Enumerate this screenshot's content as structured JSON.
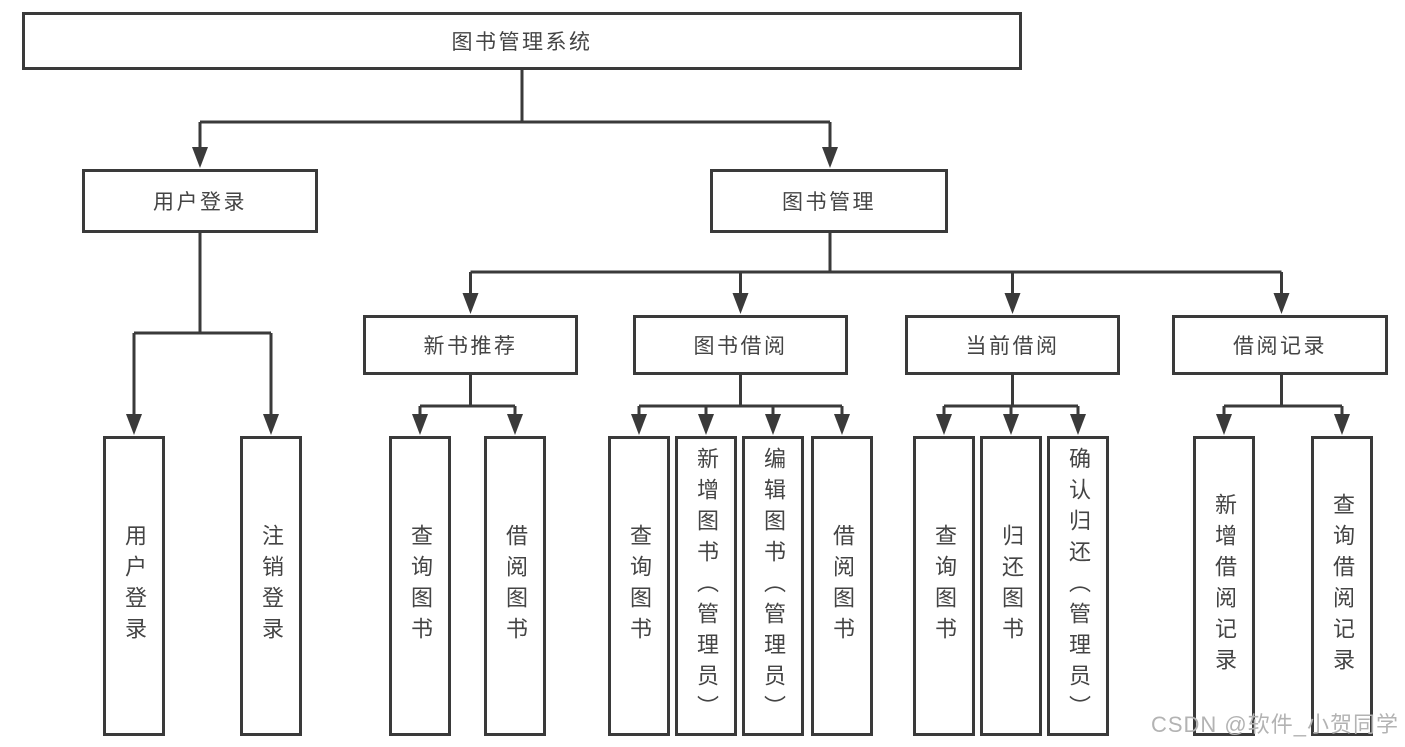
{
  "diagram": {
    "root": {
      "label": "图书管理系统"
    },
    "level2": [
      {
        "label": "用户登录"
      },
      {
        "label": "图书管理"
      }
    ],
    "level3": [
      {
        "label": "新书推荐"
      },
      {
        "label": "图书借阅"
      },
      {
        "label": "当前借阅"
      },
      {
        "label": "借阅记录"
      }
    ],
    "leaves": {
      "user_login": [
        "用户登录",
        "注销登录"
      ],
      "new_book_recommend": [
        "查询图书",
        "借阅图书"
      ],
      "book_borrow": [
        "查询图书",
        "新增图书（管理员）",
        "编辑图书（管理员）",
        "借阅图书"
      ],
      "current_borrow": [
        "查询图书",
        "归还图书",
        "确认归还（管理员）"
      ],
      "borrow_records": [
        "新增借阅记录",
        "查询借阅记录"
      ]
    },
    "colors": {
      "line": "#3a3a3a",
      "text": "#444444",
      "background": "#ffffff",
      "watermark": "#b3b3b3"
    },
    "watermark": {
      "text": "CSDN @软件_小贺同学"
    }
  }
}
